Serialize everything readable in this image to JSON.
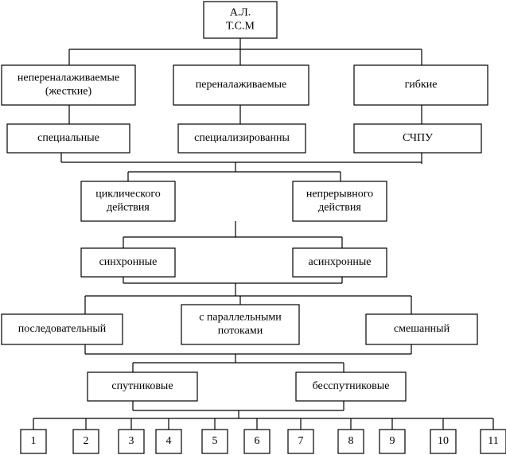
{
  "diagram": {
    "root": [
      "А.Л.",
      "Т.С.М"
    ],
    "level1": [
      [
        "непереналаживаемые",
        "(жесткие)"
      ],
      [
        "переналаживаемые"
      ],
      [
        "гибкие"
      ]
    ],
    "level2": [
      [
        "специальные"
      ],
      [
        "специализированны"
      ],
      [
        "СЧПУ"
      ]
    ],
    "level3": [
      [
        "циклического",
        "действия"
      ],
      [
        "непрерывного",
        "действия"
      ]
    ],
    "level4": [
      [
        "синхронные"
      ],
      [
        "асинхронные"
      ]
    ],
    "level5": [
      [
        "последовательный"
      ],
      [
        "с параллельными",
        "потоками"
      ],
      [
        "смешанный"
      ]
    ],
    "level6": [
      [
        "спутниковые"
      ],
      [
        "бесспутниковые"
      ]
    ],
    "level7": [
      [
        "1"
      ],
      [
        "2"
      ],
      [
        "3"
      ],
      [
        "4"
      ],
      [
        "5"
      ],
      [
        "6"
      ],
      [
        "7"
      ],
      [
        "8"
      ],
      [
        "9"
      ],
      [
        "10"
      ],
      [
        "11"
      ]
    ]
  }
}
